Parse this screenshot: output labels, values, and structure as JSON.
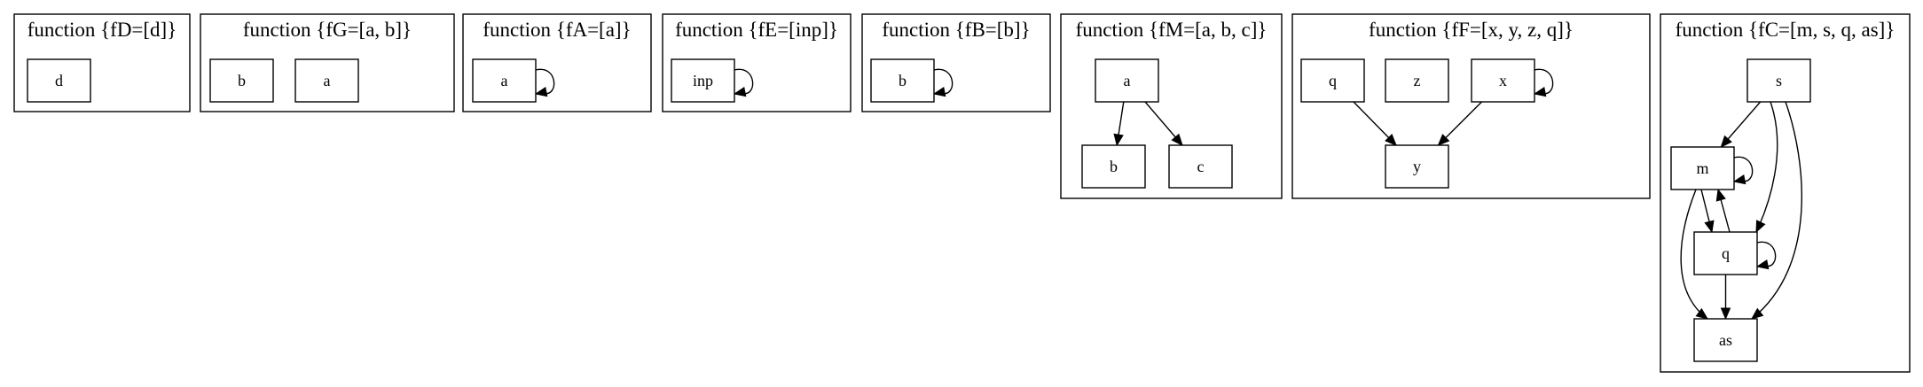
{
  "clusters": [
    {
      "id": "fD",
      "title": "function {fD=[d]}",
      "nodes": [
        {
          "id": "d",
          "label": "d"
        }
      ],
      "edges": []
    },
    {
      "id": "fG",
      "title": "function {fG=[a, b]}",
      "nodes": [
        {
          "id": "b",
          "label": "b"
        },
        {
          "id": "a",
          "label": "a"
        }
      ],
      "edges": []
    },
    {
      "id": "fA",
      "title": "function {fA=[a]}",
      "nodes": [
        {
          "id": "a",
          "label": "a"
        }
      ],
      "edges": [
        {
          "from": "a",
          "to": "a"
        }
      ]
    },
    {
      "id": "fE",
      "title": "function {fE=[inp]}",
      "nodes": [
        {
          "id": "inp",
          "label": "inp"
        }
      ],
      "edges": [
        {
          "from": "inp",
          "to": "inp"
        }
      ]
    },
    {
      "id": "fB",
      "title": "function {fB=[b]}",
      "nodes": [
        {
          "id": "b",
          "label": "b"
        }
      ],
      "edges": [
        {
          "from": "b",
          "to": "b"
        }
      ]
    },
    {
      "id": "fM",
      "title": "function {fM=[a, b, c]}",
      "nodes": [
        {
          "id": "a",
          "label": "a"
        },
        {
          "id": "b",
          "label": "b"
        },
        {
          "id": "c",
          "label": "c"
        }
      ],
      "edges": [
        {
          "from": "a",
          "to": "b"
        },
        {
          "from": "a",
          "to": "c"
        }
      ]
    },
    {
      "id": "fF",
      "title": "function {fF=[x, y, z, q]}",
      "nodes": [
        {
          "id": "q",
          "label": "q"
        },
        {
          "id": "z",
          "label": "z"
        },
        {
          "id": "x",
          "label": "x"
        },
        {
          "id": "y",
          "label": "y"
        }
      ],
      "edges": [
        {
          "from": "q",
          "to": "y"
        },
        {
          "from": "x",
          "to": "y"
        },
        {
          "from": "x",
          "to": "x"
        }
      ]
    },
    {
      "id": "fC",
      "title": "function {fC=[m, s, q, as]}",
      "nodes": [
        {
          "id": "s",
          "label": "s"
        },
        {
          "id": "m",
          "label": "m"
        },
        {
          "id": "q",
          "label": "q"
        },
        {
          "id": "as",
          "label": "as"
        }
      ],
      "edges": [
        {
          "from": "s",
          "to": "m"
        },
        {
          "from": "s",
          "to": "q"
        },
        {
          "from": "s",
          "to": "as"
        },
        {
          "from": "m",
          "to": "m"
        },
        {
          "from": "m",
          "to": "q"
        },
        {
          "from": "q",
          "to": "m"
        },
        {
          "from": "m",
          "to": "as"
        },
        {
          "from": "q",
          "to": "q"
        },
        {
          "from": "q",
          "to": "as"
        }
      ]
    }
  ]
}
